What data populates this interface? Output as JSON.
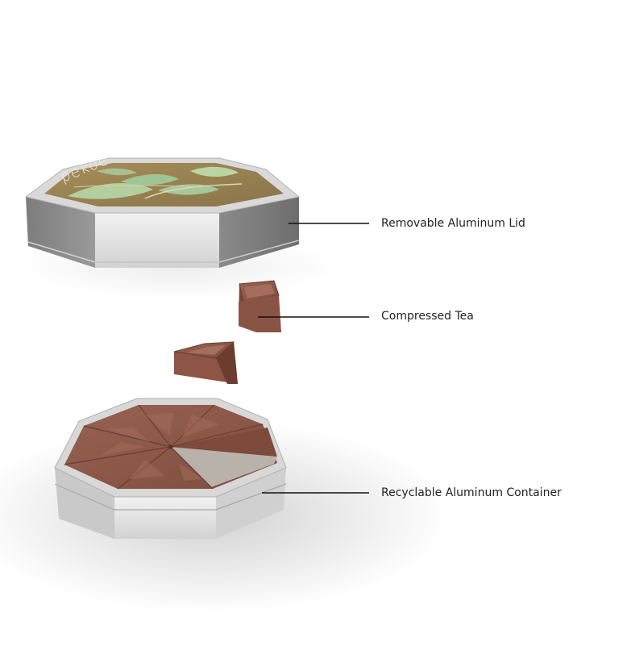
{
  "labels": {
    "lid": "Removable Aluminum Lid",
    "tea": "Compressed Tea",
    "container": "Recyclable Aluminum Container"
  },
  "brand": {
    "logo_text": "pekoe"
  },
  "colors": {
    "aluminum_light": "#e4e4e4",
    "aluminum_dark": "#858585",
    "tea_brown": "#8c5848",
    "tea_dark": "#6f4033",
    "lid_label_bg": "#9a8452",
    "leaf_green": "#a9c79a",
    "leader_line": "#111111"
  }
}
